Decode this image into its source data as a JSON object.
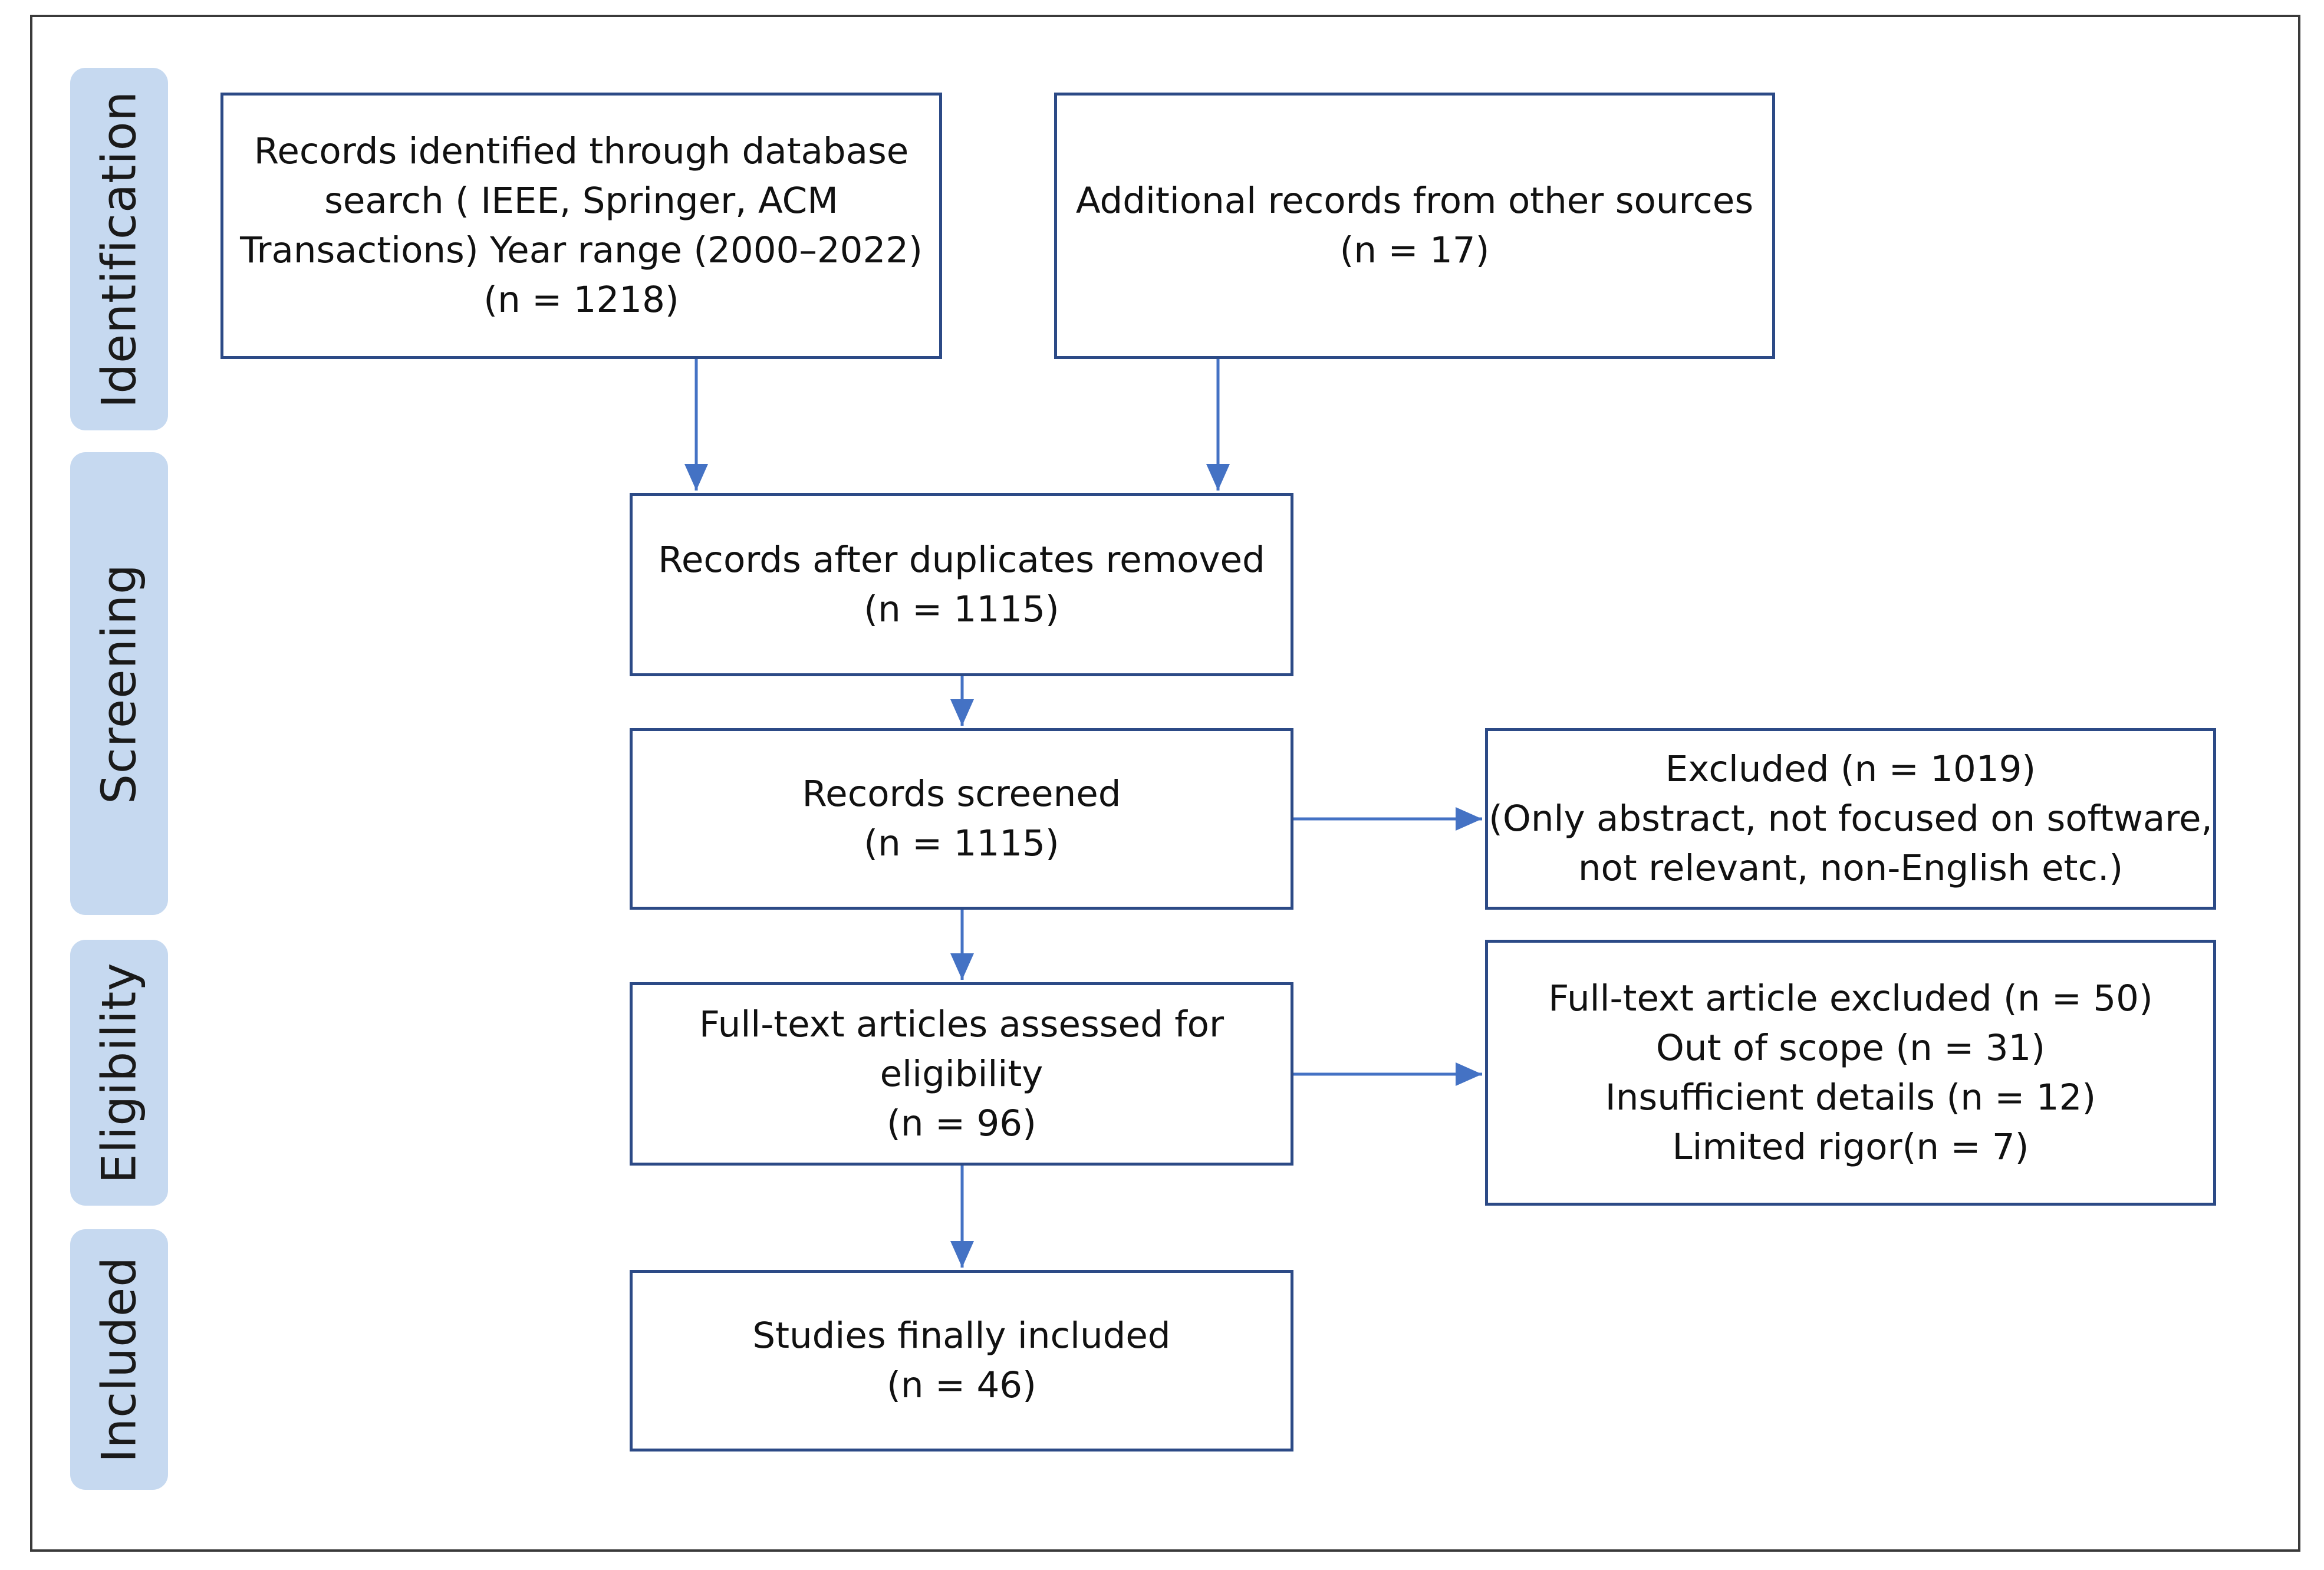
{
  "stages": [
    {
      "label": "Identification"
    },
    {
      "label": "Screening"
    },
    {
      "label": "Eligibility"
    },
    {
      "label": "Included"
    }
  ],
  "boxes": {
    "database_search": {
      "lines": [
        "Records identified through database",
        "search ( IEEE, Springer, ACM",
        "Transactions) Year range (2000–2022)",
        "(n = 1218)"
      ]
    },
    "other_sources": {
      "lines": [
        "Additional records from other sources",
        "(n = 17)"
      ]
    },
    "duplicates_removed": {
      "lines": [
        "Records after duplicates removed",
        "(n = 1115)"
      ]
    },
    "screened": {
      "lines": [
        "Records screened",
        "(n = 1115)"
      ]
    },
    "excluded": {
      "lines": [
        "Excluded (n = 1019)",
        "(Only abstract, not focused on software,",
        "not relevant, non-English etc.)"
      ]
    },
    "full_text_assessed": {
      "lines": [
        "Full-text articles assessed for",
        "eligibility",
        "(n = 96)"
      ]
    },
    "full_text_excluded": {
      "lines": [
        "Full-text article excluded (n = 50)",
        "Out of scope (n = 31)",
        "Insufficient details (n = 12)",
        "Limited rigor(n = 7)"
      ]
    },
    "included": {
      "lines": [
        "Studies finally included",
        "(n = 46)"
      ]
    }
  },
  "colors": {
    "box_border": "#2c4a86",
    "arrow": "#4472c4",
    "stage_fill": "#c6d9f0",
    "frame": "#3a3a3a"
  }
}
